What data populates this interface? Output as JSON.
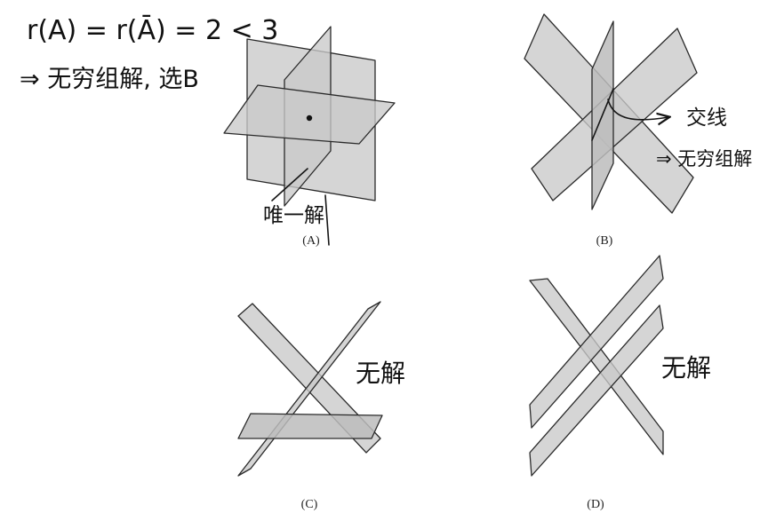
{
  "notes": {
    "line1": "r(A) = r(Ā) = 2 < 3",
    "line2": "⇒ 无穷组解, 选B"
  },
  "panels": {
    "A": {
      "caption": "(A)",
      "annotation": "唯一解"
    },
    "B": {
      "caption": "(B)",
      "annotation_line": "交线",
      "annotation_result": "⇒ 无穷组解"
    },
    "C": {
      "caption": "(C)",
      "annotation": "无解"
    },
    "D": {
      "caption": "(D)",
      "annotation": "无解"
    }
  }
}
